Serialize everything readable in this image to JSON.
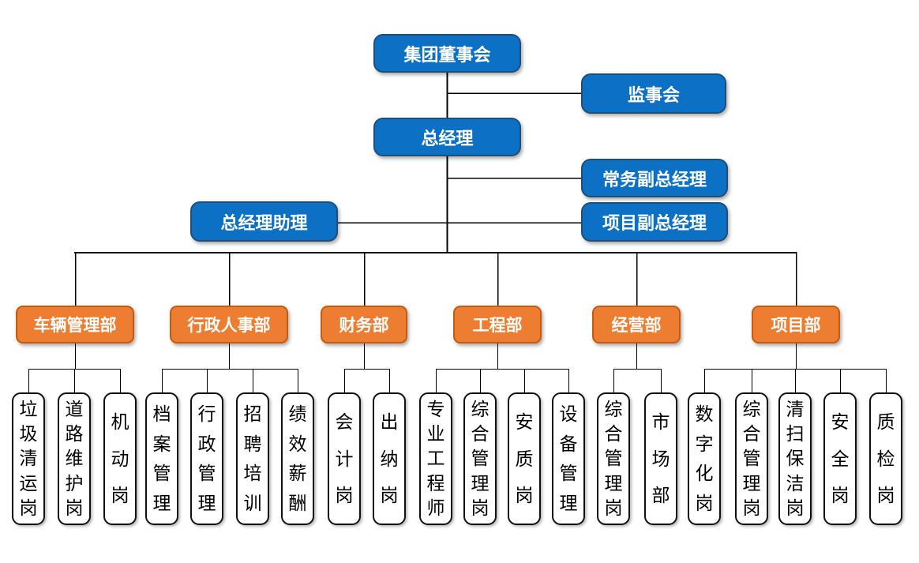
{
  "palette": {
    "executive_fill": "#0c70c4",
    "executive_border": "#1f4e79",
    "executive_text": "#ffffff",
    "department_fill": "#ed7d31",
    "department_border": "#c55a11",
    "department_text": "#ffffff",
    "post_fill": "#ffffff",
    "post_border": "#111111",
    "post_text": "#000000",
    "connector": "#000000",
    "background": "#ffffff"
  },
  "executives": {
    "board": "集团董事会",
    "supervisory_board": "监事会",
    "general_manager": "总经理",
    "executive_deputy_general_manager": "常务副总经理",
    "general_manager_assistant": "总经理助理",
    "project_deputy_general_manager": "项目副总经理"
  },
  "departments": [
    {
      "label": "车辆管理部",
      "posts": [
        "垃圾清运岗",
        "道路维护岗",
        "机动岗"
      ]
    },
    {
      "label": "行政人事部",
      "posts": [
        "档案管理",
        "行政管理",
        "招聘培训",
        "绩效薪酬"
      ]
    },
    {
      "label": "财务部",
      "posts": [
        "会计岗",
        "出纳岗"
      ]
    },
    {
      "label": "工程部",
      "posts": [
        "专业工程师",
        "综合管理岗",
        "安质岗",
        "设备管理"
      ]
    },
    {
      "label": "经营部",
      "posts": [
        "综合管理岗",
        "市场部"
      ]
    },
    {
      "label": "项目部",
      "posts": [
        "数字化岗",
        "综合管理岗",
        "清扫保洁岗",
        "安全岗",
        "质检岗"
      ]
    }
  ]
}
